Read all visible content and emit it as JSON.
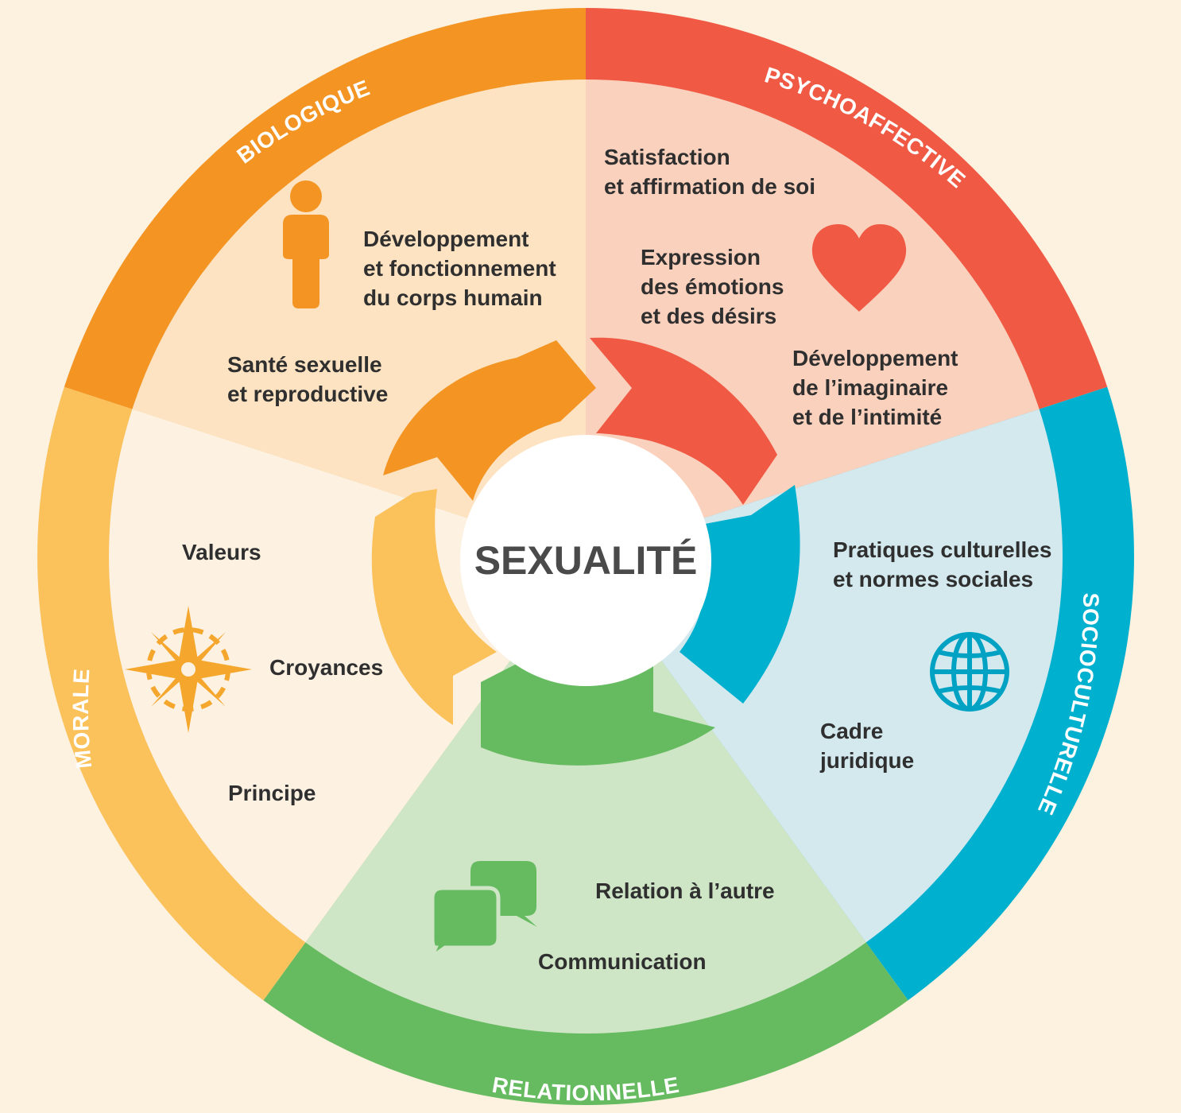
{
  "center": {
    "title": "SEXUALITÉ"
  },
  "dimensions": [
    {
      "key": "biologique",
      "label": "BIOLOGIQUE",
      "ring_color": "#f39423",
      "fill_color": "#fde3c1",
      "icon": "person-icon",
      "topics": [
        {
          "lines": [
            "Développement",
            "et fonctionnement",
            "du corps humain"
          ]
        },
        {
          "lines": [
            "Santé sexuelle",
            "et reproductive"
          ]
        }
      ]
    },
    {
      "key": "psychoaffective",
      "label": "PSYCHOAFFECTIVE",
      "ring_color": "#f05a44",
      "fill_color": "#fad1bd",
      "icon": "heart-icon",
      "topics": [
        {
          "lines": [
            "Satisfaction",
            "et affirmation de soi"
          ]
        },
        {
          "lines": [
            "Expression",
            "des émotions",
            "et des désirs"
          ]
        },
        {
          "lines": [
            "Développement",
            "de l’imaginaire",
            "et de l’intimité"
          ]
        }
      ]
    },
    {
      "key": "socioculturelle",
      "label": "SOCIOCULTURELLE",
      "ring_color": "#00b0cf",
      "fill_color": "#d3e9ee",
      "icon": "globe-icon",
      "topics": [
        {
          "lines": [
            "Pratiques culturelles",
            "et normes sociales"
          ]
        },
        {
          "lines": [
            "Cadre",
            "juridique"
          ]
        }
      ]
    },
    {
      "key": "relationnelle",
      "label": "RELATIONNELLE",
      "ring_color": "#66bb61",
      "fill_color": "#cfe6c6",
      "icon": "chat-bubbles-icon",
      "topics": [
        {
          "lines": [
            "Relation à l’autre"
          ]
        },
        {
          "lines": [
            "Communication"
          ]
        }
      ]
    },
    {
      "key": "morale",
      "label": "MORALE",
      "ring_color": "#fbc15b",
      "fill_color": "#fdf1e2",
      "icon": "compass-rose-icon",
      "topics": [
        {
          "lines": [
            "Valeurs"
          ]
        },
        {
          "lines": [
            "Croyances"
          ]
        },
        {
          "lines": [
            "Principe"
          ]
        }
      ]
    }
  ]
}
